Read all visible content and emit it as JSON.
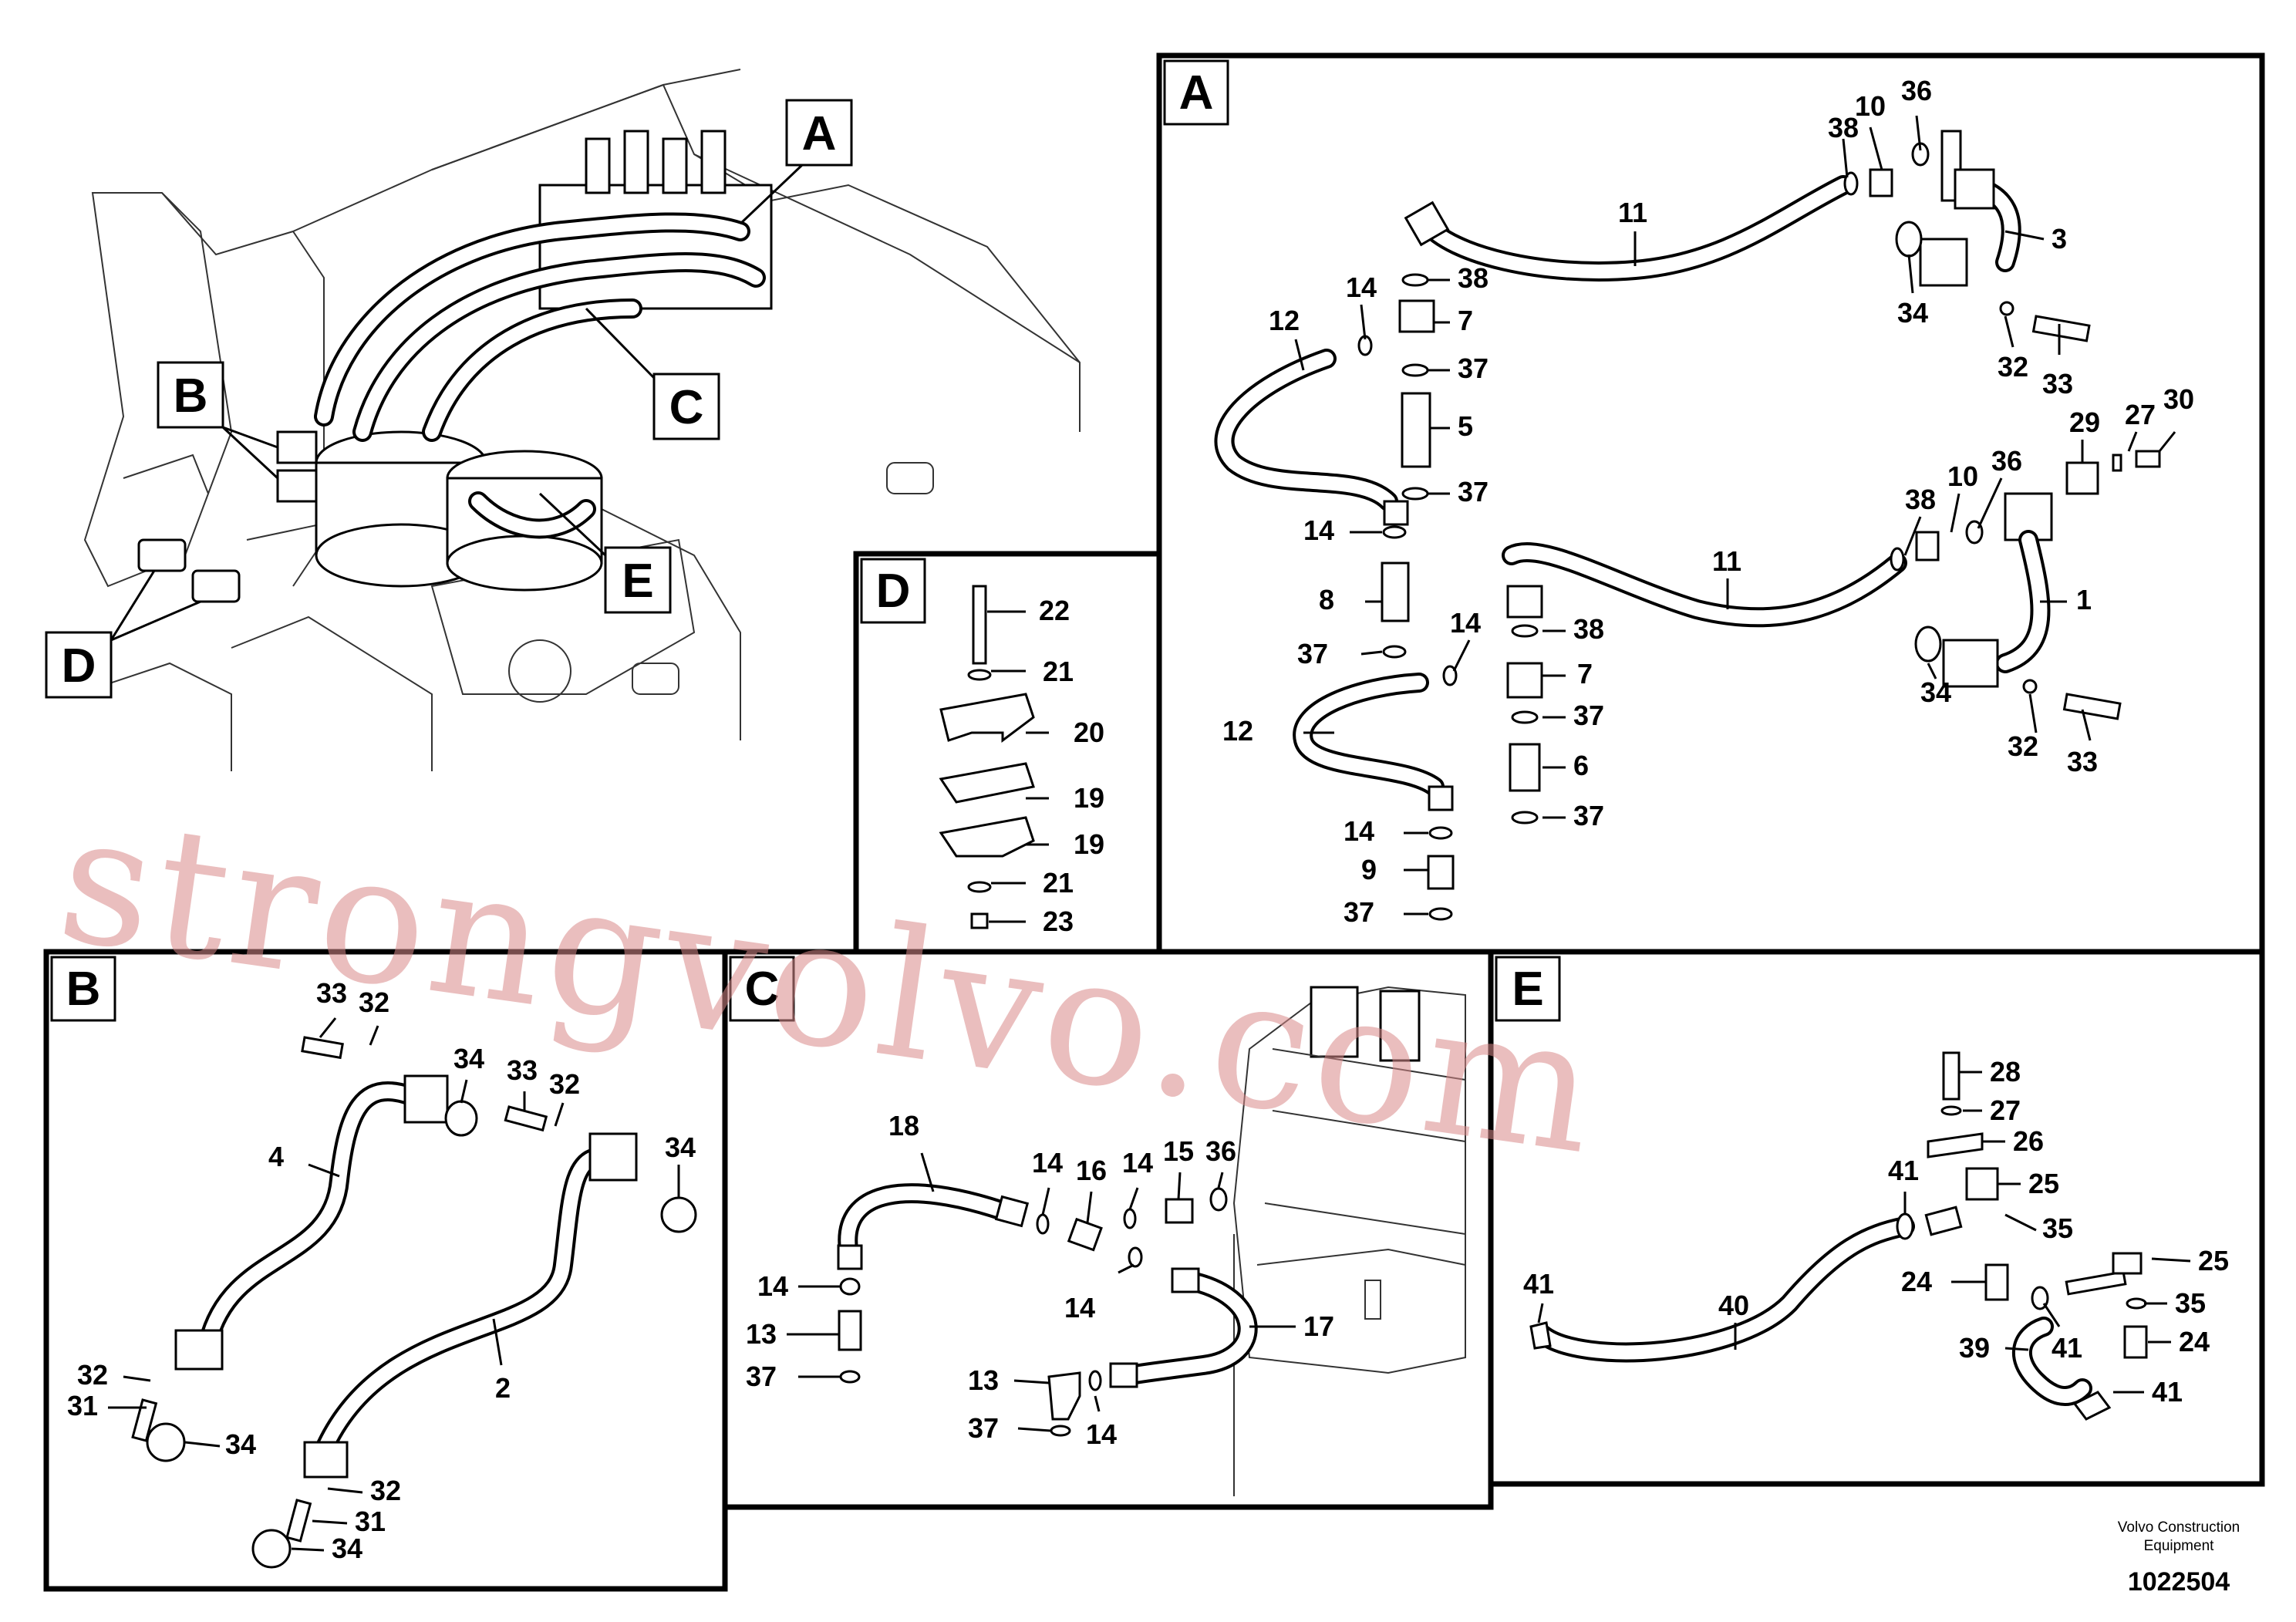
{
  "watermark": "strongvolvo.com",
  "footer": {
    "company_line1": "Volvo Construction",
    "company_line2": "Equipment",
    "doc_number": "1022504"
  },
  "callouts": {
    "overview": [
      "A",
      "B",
      "C",
      "D",
      "E"
    ]
  },
  "panel_A": {
    "label": "A",
    "numbers": {
      "n38a": "38",
      "n10a": "10",
      "n36a": "36",
      "n11a": "11",
      "n3": "3",
      "n14a": "14",
      "n38b": "38",
      "n12a": "12",
      "n7a": "7",
      "n37a": "37",
      "n5": "5",
      "n37b": "37",
      "n34a": "34",
      "n32a": "32",
      "n33a": "33",
      "n29": "29",
      "n27": "27",
      "n30": "30",
      "n38c": "38",
      "n10b": "10",
      "n36b": "36",
      "n14b": "14",
      "n11b": "11",
      "n1": "1",
      "n8": "8",
      "n38d": "38",
      "n37c": "37",
      "n14c": "14",
      "n7b": "7",
      "n12b": "12",
      "n34b": "34",
      "n37d": "37",
      "n6": "6",
      "n32b": "32",
      "n33b": "33",
      "n14d": "14",
      "n37e": "37",
      "n9": "9",
      "n37f": "37"
    }
  },
  "panel_D": {
    "label": "D",
    "numbers": {
      "n22": "22",
      "n21a": "21",
      "n20": "20",
      "n19a": "19",
      "n19b": "19",
      "n21b": "21",
      "n23": "23"
    }
  },
  "panel_B": {
    "label": "B",
    "numbers": {
      "n33a": "33",
      "n32a": "32",
      "n34a": "34",
      "n33b": "33",
      "n32b": "32",
      "n34b": "34",
      "n4": "4",
      "n2": "2",
      "n32c": "32",
      "n31a": "31",
      "n34c": "34",
      "n32d": "32",
      "n31b": "31",
      "n34d": "34"
    }
  },
  "panel_C": {
    "label": "C",
    "numbers": {
      "n18": "18",
      "n14a": "14",
      "n16": "16",
      "n14b": "14",
      "n15": "15",
      "n36": "36",
      "n14c": "14",
      "n13a": "13",
      "n37a": "37",
      "n14d": "14",
      "n17": "17",
      "n13b": "13",
      "n37b": "37",
      "n14e": "14"
    }
  },
  "panel_E": {
    "label": "E",
    "numbers": {
      "n28": "28",
      "n27": "27",
      "n26": "26",
      "n25a": "25",
      "n41a": "41",
      "n35a": "35",
      "n24a": "24",
      "n25b": "25",
      "n41b": "41",
      "n40": "40",
      "n35b": "35",
      "n39": "39",
      "n41c": "41",
      "n24b": "24",
      "n41d": "41"
    }
  }
}
